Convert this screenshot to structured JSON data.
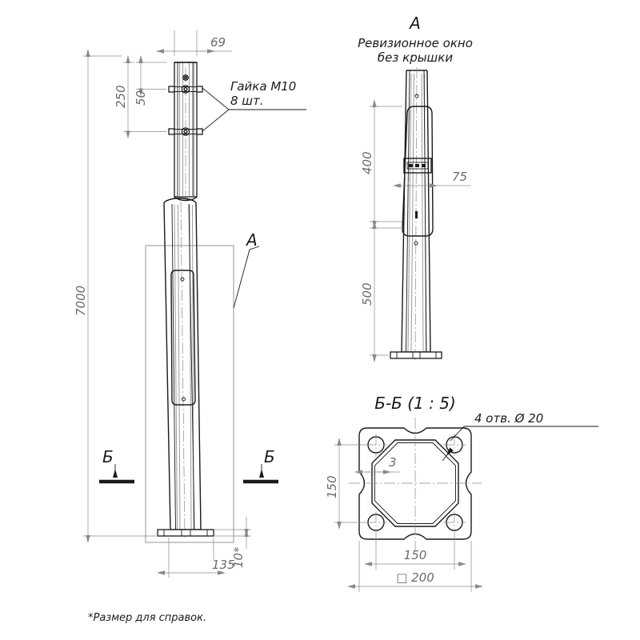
{
  "drawing": {
    "type": "engineering-drawing",
    "subject": "Lighting pole / mast technical drawing",
    "language": "ru"
  },
  "main_view": {
    "name": "main-elevation",
    "dimensions": {
      "top_width": "69",
      "nut_spacing_total": "250",
      "nut_spacing_upper": "50",
      "total_height": "7000",
      "base_width": "135",
      "base_plate_thickness": "10*"
    },
    "callouts": {
      "nut_note_line1": "Гайка М10",
      "nut_note_line2": "8 шт.",
      "detail_mark": "А",
      "section_mark_left": "Б",
      "section_mark_right": "Б"
    }
  },
  "detail_a": {
    "name": "detail-a-inspection-window",
    "title": "А",
    "subtitle_line1": "Ревизионное окно",
    "subtitle_line2": "без крышки",
    "dimensions": {
      "window_top_to_mid": "400",
      "mid_to_base": "500",
      "window_width": "75"
    }
  },
  "section_bb": {
    "name": "section-b-b",
    "title": "Б-Б (1 : 5)",
    "dimensions": {
      "wall_thickness": "3",
      "bolt_spacing_vertical": "150",
      "bolt_spacing_horizontal": "150",
      "base_plate_square": "□ 200"
    },
    "callouts": {
      "holes_note": "4 отв. Ø 20"
    }
  },
  "footnote": {
    "text": "*Размер для справок."
  },
  "colors": {
    "outline": "#1a1a1a",
    "dimension": "#8a8a8a",
    "dimension_text": "#6b6b6b",
    "note_text": "#1a1a1a",
    "background": "#ffffff"
  }
}
